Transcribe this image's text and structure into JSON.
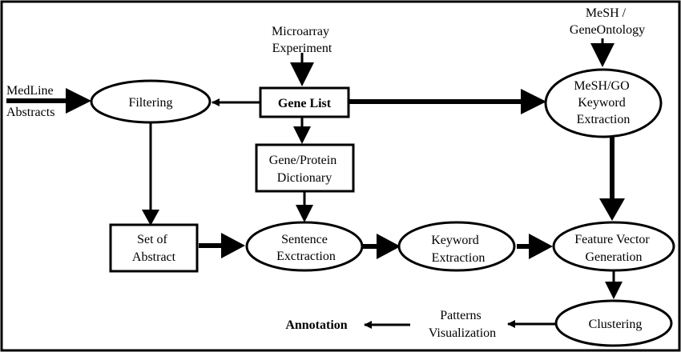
{
  "nodes": {
    "microarray": [
      "Microarray",
      "Experiment"
    ],
    "mesh_go_source": [
      "MeSH /",
      "GeneOntology"
    ],
    "medline": [
      "MedLine",
      "Abstracts"
    ],
    "filtering": [
      "Filtering"
    ],
    "gene_list": [
      "Gene List"
    ],
    "mesh_go_extraction": [
      "MeSH/GO",
      "Keyword",
      "Extraction"
    ],
    "dictionary": [
      "Gene/Protein",
      "Dictionary"
    ],
    "set_of_abstract": [
      "Set of",
      "Abstract"
    ],
    "sentence_extraction": [
      "Sentence",
      "Exctraction"
    ],
    "keyword_extraction": [
      "Keyword",
      "Extraction"
    ],
    "feature_vector": [
      "Feature Vector",
      "Generation"
    ],
    "clustering": [
      "Clustering"
    ],
    "patterns": [
      "Patterns",
      "Visualization"
    ],
    "annotation": [
      "Annotation"
    ]
  }
}
